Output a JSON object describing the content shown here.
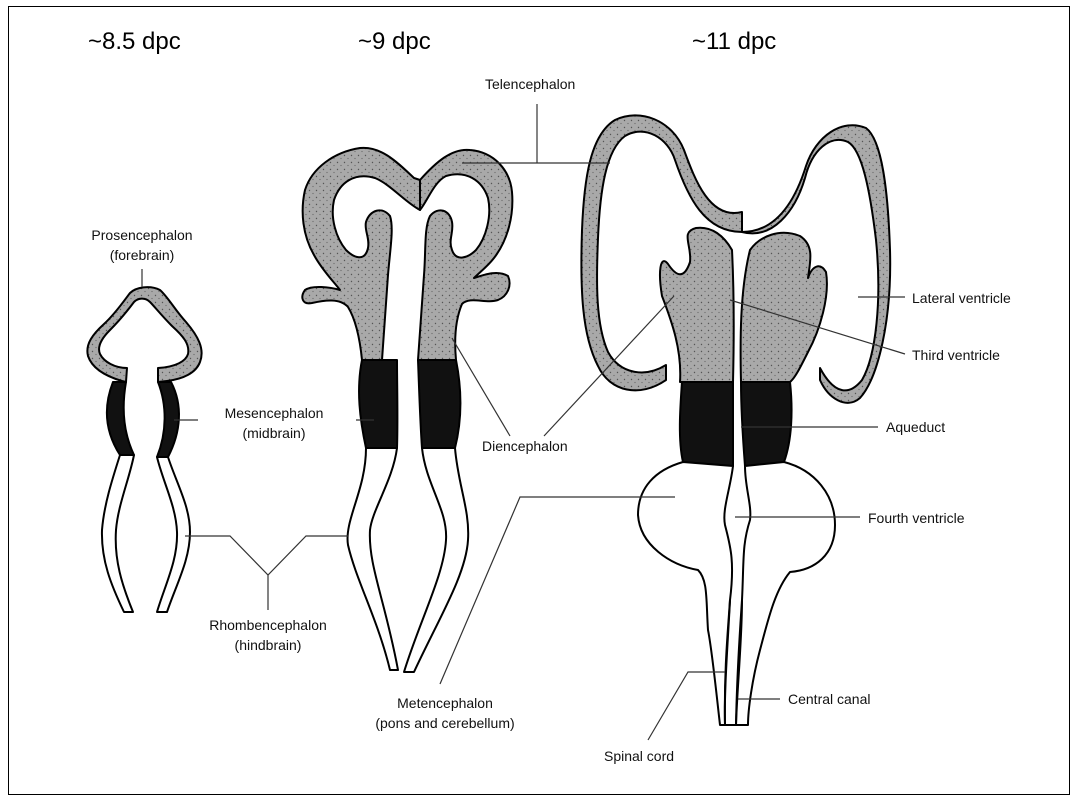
{
  "stages": {
    "s1": "~8.5 dpc",
    "s2": "~9 dpc",
    "s3": "~11 dpc"
  },
  "labels": {
    "telencephalon": "Telencephalon",
    "prosencephalon": "Prosencephalon",
    "prosencephalon_sub": "(forebrain)",
    "mesencephalon": "Mesencephalon",
    "mesencephalon_sub": "(midbrain)",
    "diencephalon": "Diencephalon",
    "lateral_ventricle": "Lateral ventricle",
    "third_ventricle": "Third ventricle",
    "aqueduct": "Aqueduct",
    "fourth_ventricle": "Fourth ventricle",
    "rhombencephalon": "Rhombencephalon",
    "rhombencephalon_sub": "(hindbrain)",
    "metencephalon": "Metencephalon",
    "metencephalon_sub": "(pons and cerebellum)",
    "central_canal": "Central canal",
    "spinal_cord": "Spinal cord"
  },
  "colors": {
    "forebrain": "#a8a8a8",
    "midbrain": "#111111",
    "hindbrain": "#ffffff",
    "outline": "#000000"
  }
}
